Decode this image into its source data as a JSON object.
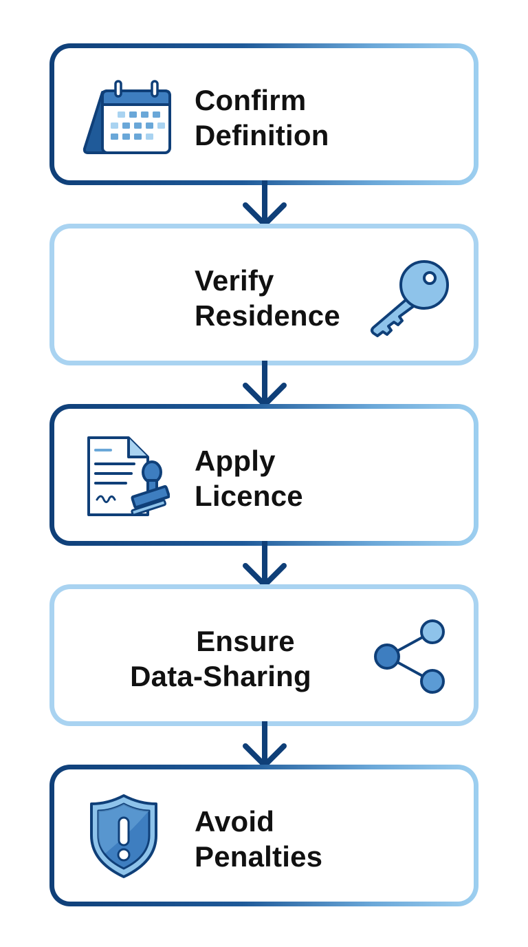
{
  "steps": [
    {
      "line1": "Confirm",
      "line2": "Definition",
      "icon": "calendar-icon"
    },
    {
      "line1": "Verify",
      "line2": "Residence",
      "icon": "key-icon"
    },
    {
      "line1": "Apply",
      "line2": "Licence",
      "icon": "document-stamp-icon"
    },
    {
      "line1": "Ensure",
      "line2": "Data-Sharing",
      "icon": "share-icon"
    },
    {
      "line1": "Avoid",
      "line2": "Penalties",
      "icon": "shield-alert-icon"
    }
  ],
  "colors": {
    "dark_border": "#0f3f78",
    "light_border": "#a9d3f1",
    "icon_fill": "#5b9bd5",
    "icon_light": "#a9d3f1",
    "text": "#111111"
  }
}
